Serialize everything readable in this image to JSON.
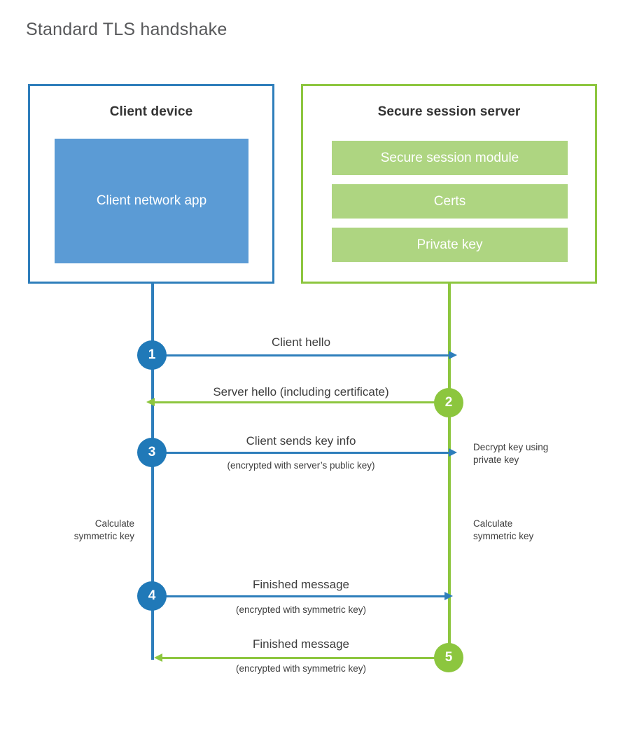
{
  "title": "Standard TLS handshake",
  "colors": {
    "client_border": "#2e7ebb",
    "client_fill": "#5b9bd5",
    "server_border": "#8dc63f",
    "server_fill": "#aed581",
    "client_circle": "#2079b8",
    "server_circle": "#8cc63e",
    "title_text": "#58595b",
    "body_text": "#3d3d3d",
    "background": "#ffffff"
  },
  "client": {
    "title": "Client device",
    "app_label": "Client network app"
  },
  "server": {
    "title": "Secure session server",
    "blocks": [
      {
        "label": "Secure session module"
      },
      {
        "label": "Certs"
      },
      {
        "label": "Private key"
      }
    ]
  },
  "steps": [
    {
      "number": "1",
      "label": "Client hello",
      "sublabel": "",
      "direction": "client-to-server",
      "side": "client"
    },
    {
      "number": "2",
      "label": "Server hello (including certificate)",
      "sublabel": "",
      "direction": "server-to-client",
      "side": "server"
    },
    {
      "number": "3",
      "label": "Client sends key info",
      "sublabel": "(encrypted with server’s public key)",
      "direction": "client-to-server",
      "side": "client"
    },
    {
      "number": "4",
      "label": "Finished message",
      "sublabel": "(encrypted with symmetric key)",
      "direction": "client-to-server",
      "side": "client"
    },
    {
      "number": "5",
      "label": "Finished message",
      "sublabel": "(encrypted with symmetric key)",
      "direction": "server-to-client",
      "side": "server"
    }
  ],
  "annotations": {
    "server_decrypt": "Decrypt key using\nprivate key",
    "client_calculate": "Calculate\nsymmetric key",
    "server_calculate": "Calculate\nsymmetric key"
  }
}
